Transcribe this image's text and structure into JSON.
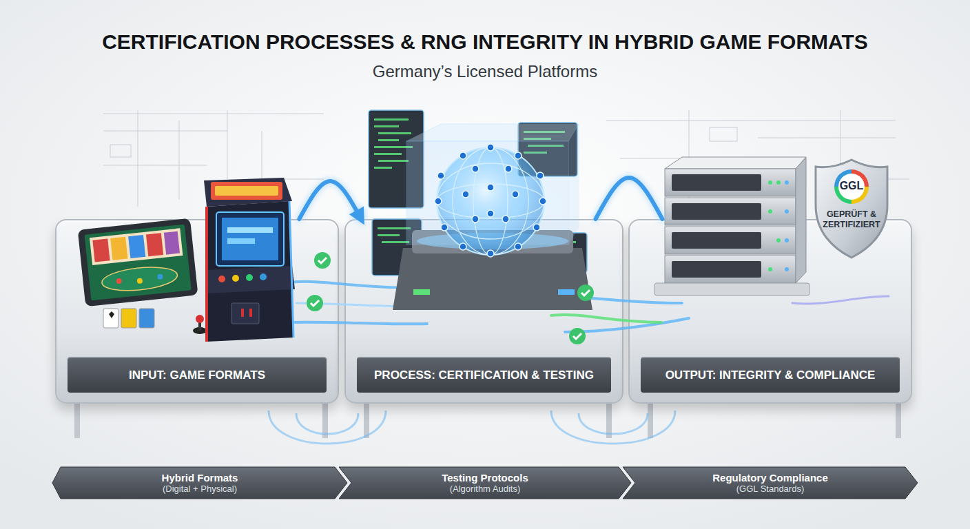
{
  "diagram": {
    "title": "CERTIFICATION PROCESSES & RNG INTEGRITY IN HYBRID GAME FORMATS",
    "nodes": [
      {
        "text": [
          "INPUT: GAME FORMATS"
        ]
      },
      {
        "text": [
          "PROCESS: CERTIFICATION & TESTING"
        ]
      },
      {
        "text": [
          "OUTPUT: INTEGRITY & COMPLIANCE"
        ]
      },
      {
        "text": [
          "GGL",
          "GEPRÜFT & ZERTIFIZIERT"
        ],
        "in": 2
      },
      {
        "text": [
          "Hybrid Formats",
          "(Digital + Physical)"
        ]
      },
      {
        "text": [
          "Testing Protocols",
          "(Algorithm Audits)"
        ]
      },
      {
        "text": [
          "Regulatory Compliance",
          "(GGL Standards)"
        ]
      }
    ],
    "edges": [
      {
        "from": 0,
        "to": 1,
        "arrow": "to"
      },
      {
        "from": 1,
        "to": 2,
        "arrow": "none"
      }
    ],
    "labels": [
      "Germany’s Licensed Platforms"
    ]
  }
}
